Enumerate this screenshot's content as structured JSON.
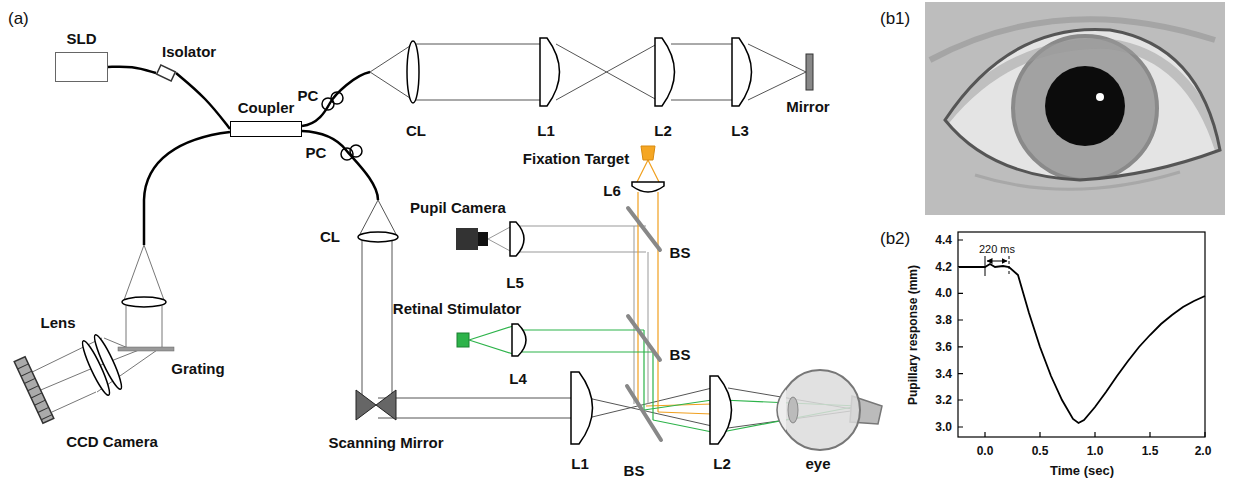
{
  "diagram": {
    "nodes": [
      {
        "text": [
          "SLD"
        ]
      },
      {
        "text": [
          "Isolator"
        ]
      },
      {
        "text": [
          "Coupler"
        ]
      }
    ],
    "edges": [
      {
        "from": 0,
        "to": 1,
        "arrow": "none"
      },
      {
        "from": 1,
        "to": 2,
        "arrow": "none"
      }
    ],
    "labels": [
      "(a)",
      "PC",
      "CL",
      "L1",
      "L2",
      "L3",
      "Mirror",
      "Fixation Target",
      "L6",
      "Pupil Camera",
      "BS",
      "L5",
      "Retinal Stimulator",
      "BS",
      "L4",
      "PC",
      "CL",
      "Scanning Mirror",
      "L1",
      "BS",
      "L2",
      "eye",
      "Lens",
      "Grating",
      "CCD Camera",
      "(b1)",
      "(b2)",
      "4.4",
      "4.2",
      "4.0",
      "3.8",
      "3.6",
      "3.4",
      "3.2",
      "3.0",
      "0.0",
      "0.5",
      "1.0",
      "1.5",
      "2.0",
      "Pupillary response (mm)",
      "Time (sec)",
      "220 ms"
    ]
  }
}
